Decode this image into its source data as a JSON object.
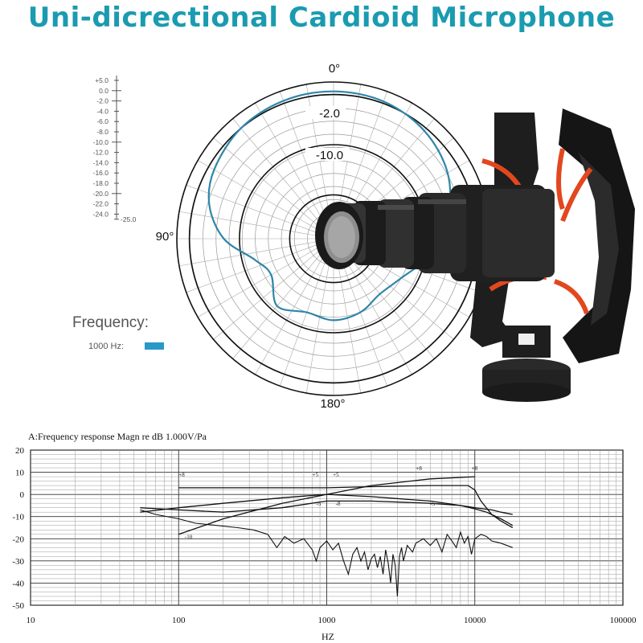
{
  "page_title": "Uni-dicrectional Cardioid Microphone",
  "colors": {
    "title": "#1a9bb0",
    "pattern": "#2f86a8",
    "legend_swatch": "#2a97c9"
  },
  "chart_data": [
    {
      "type": "polar",
      "angle_labels": [
        "0°",
        "90°",
        "180°"
      ],
      "ring_labels": [
        "-2.0",
        "-10.0"
      ],
      "scale_labels": [
        "+5.0",
        "0.0",
        "-2.0",
        "-4.0",
        "-6.0",
        "-8.0",
        "-10.0",
        "-12.0",
        "-14.0",
        "-16.0",
        "-18.0",
        "-20.0",
        "-22.0",
        "-24.0",
        "-25.0"
      ],
      "legend": {
        "title": "Frequency:",
        "entry": "1000 Hz:"
      },
      "series": [
        {
          "name": "1000 Hz",
          "pattern_db": [
            {
              "angle": 0,
              "db": -1.5
            },
            {
              "angle": 20,
              "db": -1.7
            },
            {
              "angle": 40,
              "db": -2.5
            },
            {
              "angle": 60,
              "db": -4.0
            },
            {
              "angle": 80,
              "db": -6.5
            },
            {
              "angle": 100,
              "db": -9.5
            },
            {
              "angle": 120,
              "db": -12.5
            },
            {
              "angle": 140,
              "db": -13.5
            },
            {
              "angle": 160,
              "db": -12.5
            },
            {
              "angle": 180,
              "db": -12.0
            },
            {
              "angle": 200,
              "db": -12.5
            },
            {
              "angle": 220,
              "db": -11.0
            },
            {
              "angle": 240,
              "db": -13.5
            },
            {
              "angle": 255,
              "db": -12.0
            },
            {
              "angle": 270,
              "db": -7.5
            },
            {
              "angle": 285,
              "db": -4.5
            },
            {
              "angle": 300,
              "db": -3.0
            },
            {
              "angle": 320,
              "db": -2.0
            },
            {
              "angle": 340,
              "db": -1.6
            }
          ]
        }
      ]
    },
    {
      "type": "line",
      "title": "A:Frequency response Magn re dB 1.000V/Pa",
      "xlabel": "HZ",
      "xscale": "log",
      "xlim": [
        10,
        100000
      ],
      "ylim": [
        -50,
        20
      ],
      "xticks": [
        10,
        100,
        1000,
        10000,
        100000
      ],
      "xtick_labels": [
        "10",
        "100",
        "1000",
        "10000",
        "100000"
      ],
      "yticks": [
        20,
        10,
        0,
        -10,
        -20,
        -30,
        -40,
        -50
      ],
      "ytick_labels": [
        "20",
        "10",
        "0",
        "-10",
        "-20",
        "-30",
        "-40",
        "-50"
      ],
      "grid": true,
      "annotations": [
        "+8",
        "+5",
        "+5",
        "+8",
        "+8",
        "-5",
        "-8",
        "-5",
        "-10"
      ],
      "series": [
        {
          "x": [
            55,
            100,
            200,
            500,
            1000,
            2000,
            5000,
            8000,
            10000,
            12000,
            15000,
            18000
          ],
          "y": [
            -8,
            -6,
            -4,
            -1.5,
            0,
            -1,
            -3,
            -5,
            -6.5,
            -8,
            -11,
            -14
          ]
        },
        {
          "x": [
            55,
            100,
            200,
            500,
            1000,
            2000,
            5000,
            8000,
            10000,
            13000,
            15000,
            18000
          ],
          "y": [
            -6,
            -7,
            -8,
            -6,
            -3,
            -3,
            -4,
            -5,
            -6,
            -7,
            -8,
            -9
          ]
        },
        {
          "x": [
            100,
            200,
            500,
            1000,
            2000,
            5000,
            10000
          ],
          "y": [
            -18,
            -11,
            -4,
            0,
            4,
            7,
            8
          ]
        },
        {
          "x": [
            100,
            1000,
            2000,
            5000,
            9000,
            10000,
            11000,
            13000,
            15000,
            18000
          ],
          "y": [
            3,
            3,
            3.5,
            4,
            4,
            2,
            -3,
            -9,
            -12,
            -15
          ]
        },
        {
          "x": [
            55,
            70,
            100,
            130,
            180,
            250,
            320,
            400,
            460,
            520,
            600,
            700,
            800,
            850,
            900,
            1000,
            1100,
            1200,
            1300,
            1400,
            1500,
            1600,
            1700,
            1800,
            1900,
            2000,
            2100,
            2200,
            2300,
            2400,
            2500,
            2600,
            2700,
            2800,
            2900,
            3000,
            3100,
            3200,
            3300,
            3500,
            3800,
            4000,
            4500,
            5000,
            5500,
            6000,
            6500,
            7000,
            7500,
            8000,
            8500,
            9000,
            9500,
            10000,
            11000,
            12000,
            13000,
            15000,
            18000
          ],
          "y": [
            -7,
            -9,
            -11,
            -13,
            -14,
            -15,
            -16,
            -18,
            -24,
            -19,
            -22,
            -20,
            -25,
            -30,
            -24,
            -21,
            -25,
            -22,
            -30,
            -36,
            -27,
            -24,
            -30,
            -26,
            -34,
            -29,
            -27,
            -33,
            -28,
            -36,
            -25,
            -31,
            -40,
            -27,
            -32,
            -46,
            -28,
            -24,
            -30,
            -23,
            -26,
            -22,
            -20,
            -23,
            -20,
            -26,
            -18,
            -21,
            -24,
            -17,
            -22,
            -19,
            -27,
            -20,
            -18,
            -19,
            -21,
            -22,
            -24
          ]
        }
      ]
    }
  ]
}
